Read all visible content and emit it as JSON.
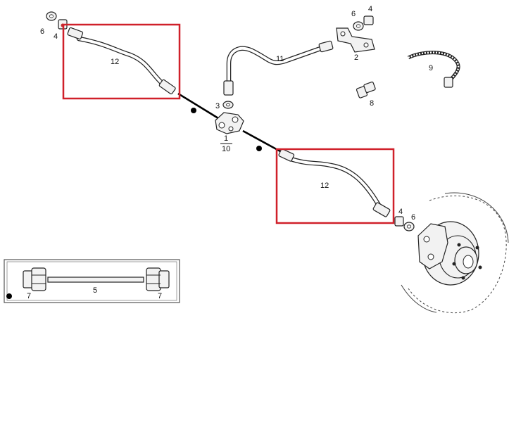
{
  "labels": {
    "hose_left_no": "12",
    "hose_right_no": "12",
    "pipe_no": "11",
    "tee_no": "1",
    "tee_alt_no": "10",
    "washer_center_no": "3",
    "bracket_no": "2",
    "bracket_washer_no": "6",
    "bracket_nut_no": "4",
    "clip_no": "9",
    "bleed_no": "8",
    "left_washer_no": "6",
    "left_nut_no": "4",
    "right_nut_no": "4",
    "right_washer_no": "6",
    "kit_pipe_no": "5",
    "kit_nut_left_no": "7",
    "kit_nut_right_no": "7"
  },
  "colors": {
    "highlight": "#d0202a",
    "line": "#222222",
    "fill": "#f2f2f2"
  }
}
